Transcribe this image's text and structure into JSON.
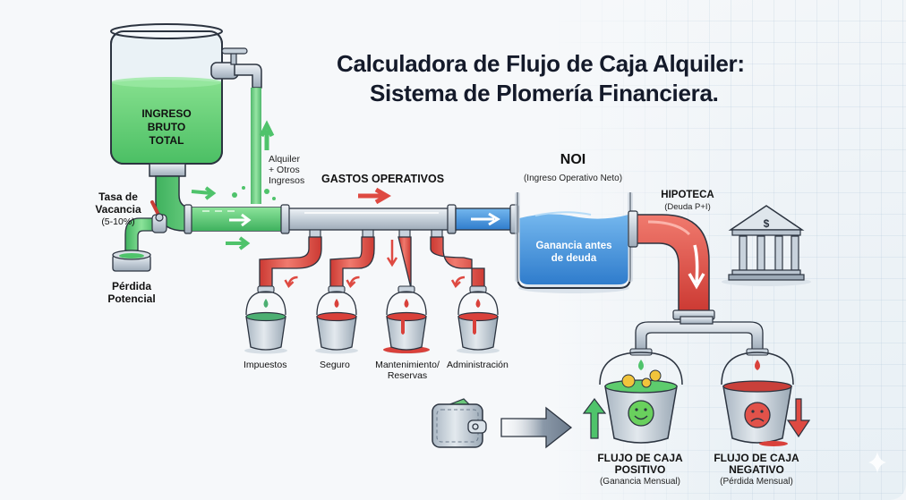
{
  "title": {
    "line1": "Calculadora de Flujo de Caja Alquiler:",
    "line2": "Sistema de Plomería Financiera."
  },
  "tank": {
    "label_line1": "INGRESO",
    "label_line2": "BRUTO",
    "label_line3": "TOTAL",
    "inflow_line1": "Alquiler",
    "inflow_line2": "+ Otros",
    "inflow_line3": "Ingresos"
  },
  "vacancy": {
    "label_line1": "Tasa de",
    "label_line2": "Vacancia",
    "range": "(5-10%)",
    "loss_line1": "Pérdida",
    "loss_line2": "Potencial"
  },
  "expenses": {
    "header": "GASTOS OPERATIVOS",
    "buckets": [
      {
        "label": "Impuestos",
        "liquid": "#4caf72"
      },
      {
        "label": "Seguro",
        "liquid": "#d9413b"
      },
      {
        "label_line1": "Mantenimiento/",
        "label_line2": "Reservas",
        "liquid": "#d9413b"
      },
      {
        "label": "Administración",
        "liquid": "#d9413b"
      }
    ]
  },
  "noi": {
    "title": "NOI",
    "subtitle": "(Ingreso Operativo Neto)",
    "tank_line1": "Ganancia antes",
    "tank_line2": "de deuda"
  },
  "mortgage": {
    "title": "HIPOTECA",
    "subtitle": "(Deuda P+I)",
    "icon": "bank-icon"
  },
  "outcomes": {
    "positive": {
      "line1": "FLUJO DE CAJA",
      "line2": "POSITIVO",
      "note": "(Ganancia Mensual)",
      "face": "smiley-face-icon",
      "arrow": "arrow-up-icon"
    },
    "negative": {
      "line1": "FLUJO DE CAJA",
      "line2": "NEGATIVO",
      "note": "(Pérdida Mensual)",
      "face": "sad-face-icon",
      "arrow": "arrow-down-icon"
    }
  },
  "colors": {
    "income_green": "#4fc36b",
    "expense_red": "#de4a42",
    "noi_blue": "#3f8fd8",
    "pipe_gray": "#c8d2dc",
    "title_text": "#141a2a"
  }
}
